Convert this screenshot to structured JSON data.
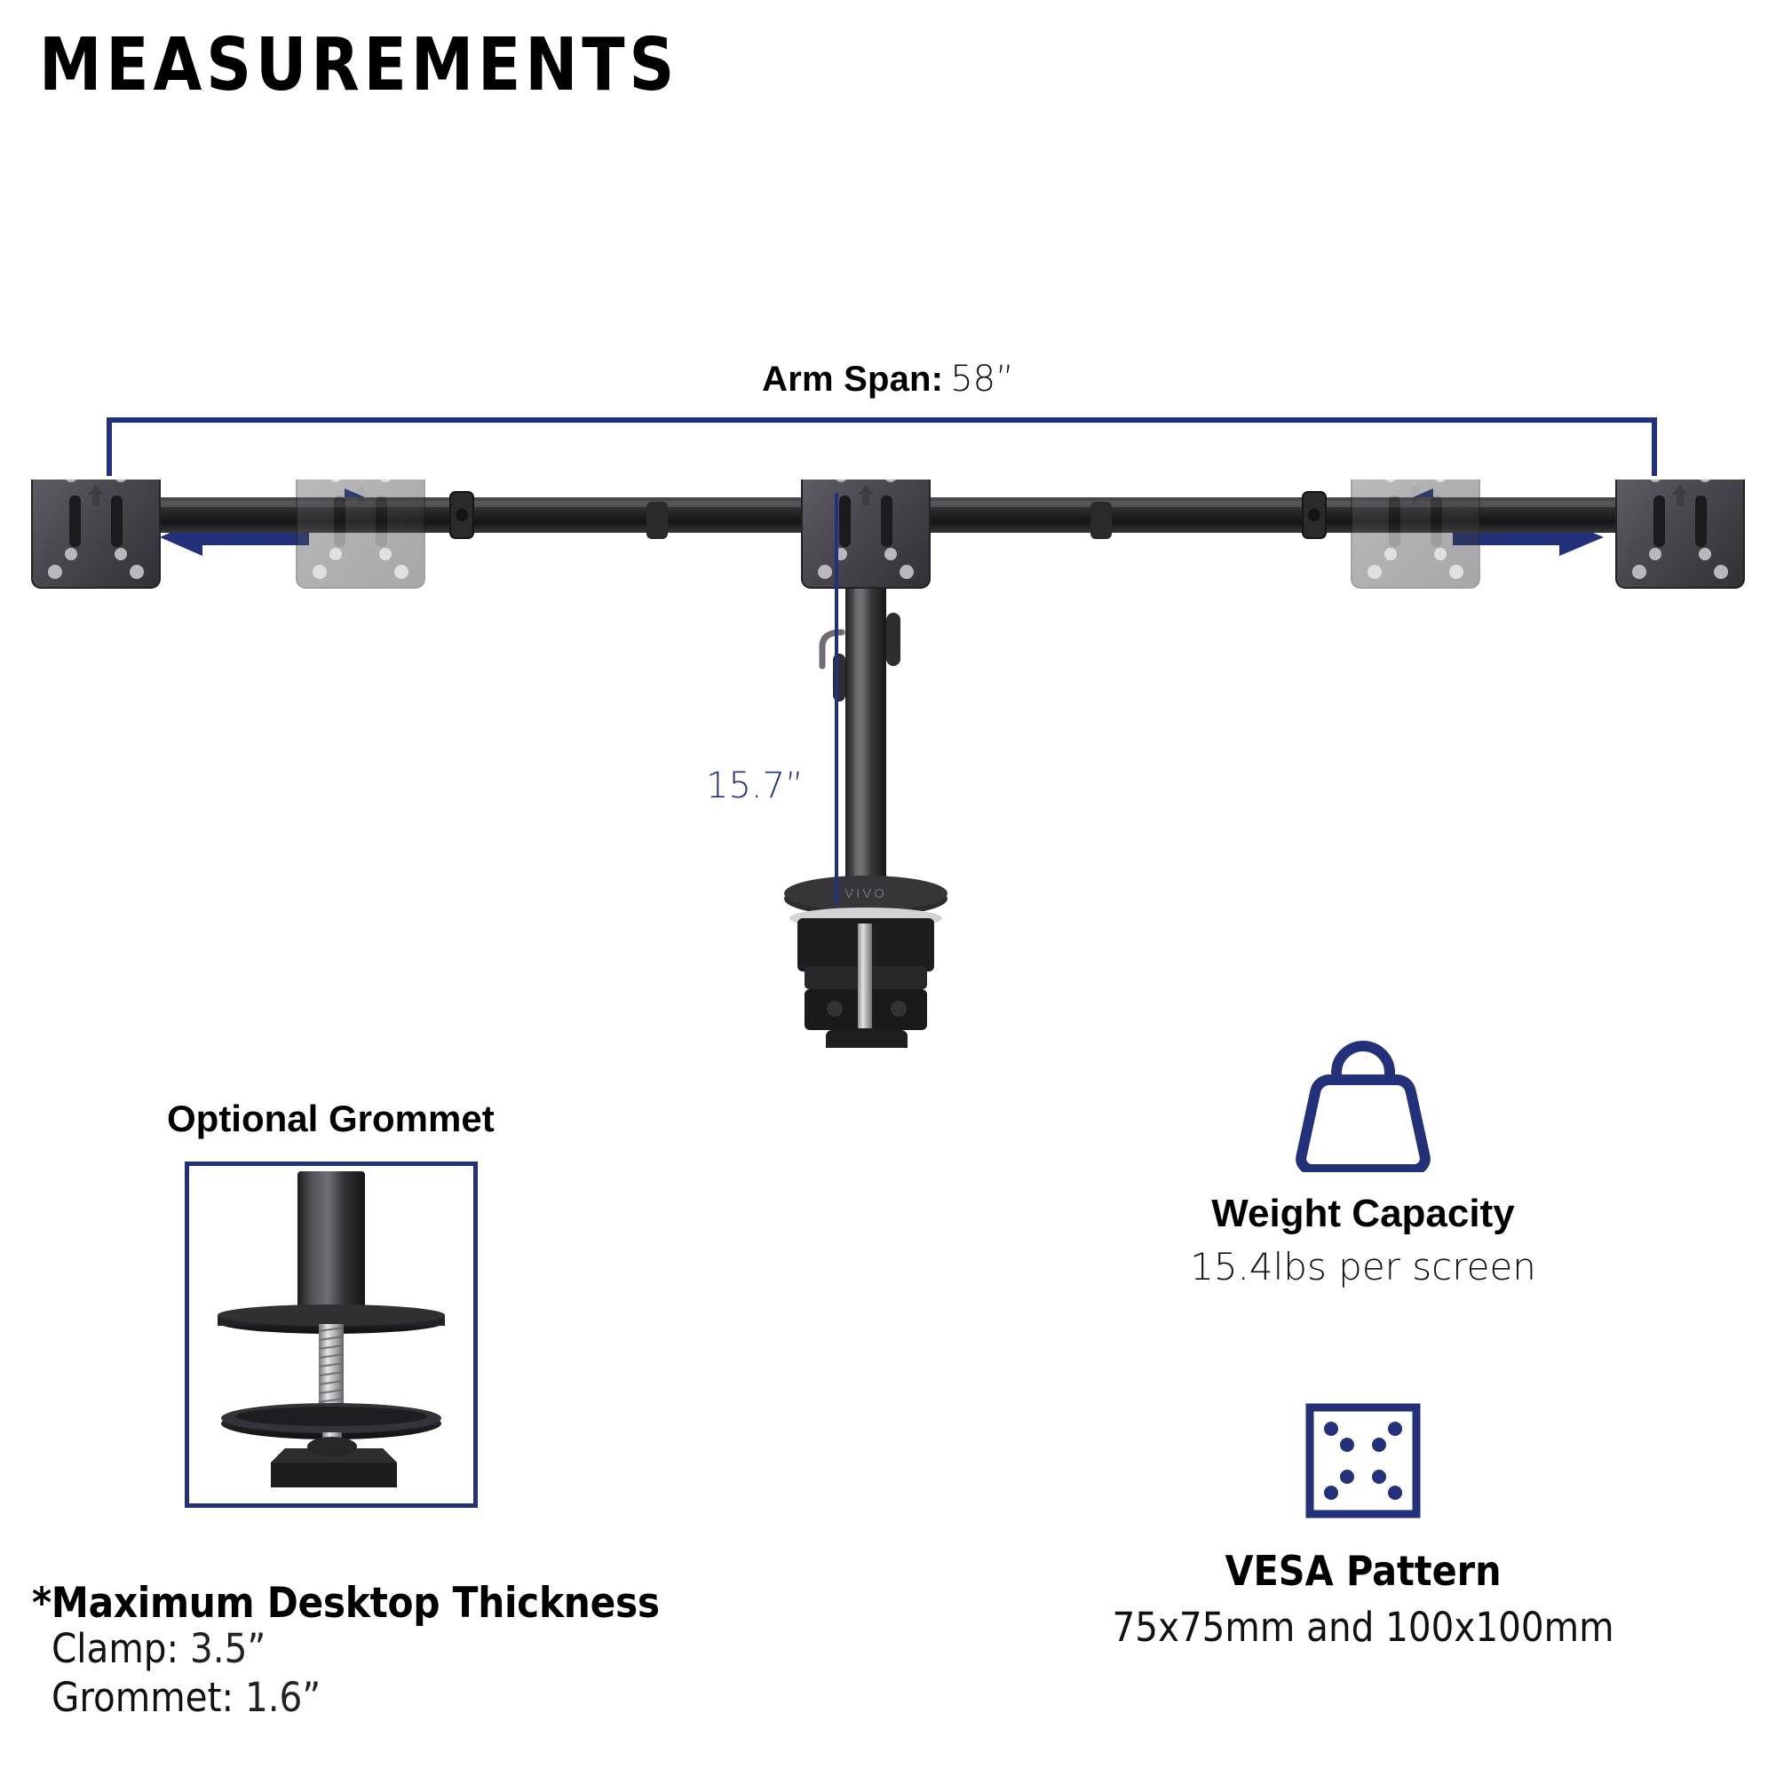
{
  "page": {
    "title": "MEASUREMENTS",
    "background_color": "#ffffff",
    "accent_color": "#22317a",
    "text_color": "#111111"
  },
  "arm_span": {
    "label": "Arm Span:",
    "value": "58”",
    "bracket_icon": "dimension-bracket-icon"
  },
  "adjust_arrows": {
    "left_icon": "double-arrow-horizontal-icon",
    "right_icon": "double-arrow-horizontal-icon",
    "color": "#22317a"
  },
  "height": {
    "value": "15.7”",
    "line_icon": "dimension-line-icon",
    "color": "#22317a"
  },
  "product": {
    "brand_mark": "VIVO",
    "pole_icon": "monitor-mount-pole-icon",
    "clamp_icon": "c-clamp-icon",
    "vesa_plate_icon": "vesa-plate-icon",
    "arm_icon": "monitor-arm-icon"
  },
  "grommet": {
    "title": "Optional Grommet",
    "inset_icon": "grommet-assembly-icon"
  },
  "desktop_thickness": {
    "heading": "*Maximum Desktop Thickness",
    "rows": [
      {
        "label": "Clamp:",
        "value": "3.5”"
      },
      {
        "label": "Grommet:",
        "value": "1.6”"
      }
    ]
  },
  "features": [
    {
      "icon": "weight-kettlebell-icon",
      "title": "Weight Capacity",
      "subtitle": "15.4lbs per screen"
    },
    {
      "icon": "vesa-pattern-icon",
      "title": "VESA Pattern",
      "subtitle": "75x75mm and 100x100mm"
    }
  ]
}
